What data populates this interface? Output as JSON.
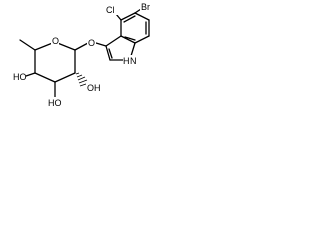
{
  "molecule": {
    "atom_labels": {
      "ring_oxygen": "O",
      "glycosidic_oxygen": "O",
      "chlorine": "Cl",
      "bromine": "Br",
      "hydroxyl_c4": "HO",
      "hydroxyl_c3": "HO",
      "hydroxyl_c2": "OH",
      "indole_nitrogen": "H",
      "indole_nitrogen_symbol": "N"
    },
    "colors": {
      "ink": "#000000",
      "background": "#ffffff"
    }
  }
}
